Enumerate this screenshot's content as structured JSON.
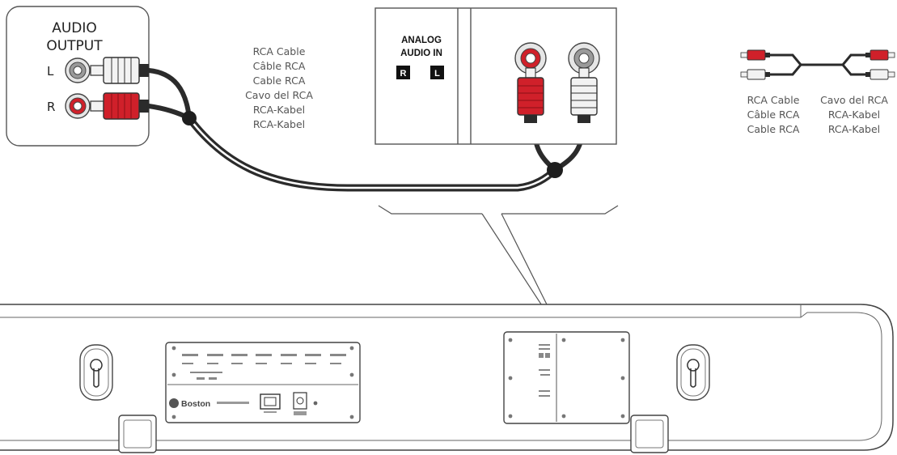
{
  "source_device": {
    "title_line1": "AUDIO",
    "title_line2": "OUTPUT",
    "left_label": "L",
    "right_label": "R"
  },
  "input_panel": {
    "title_line1": "ANALOG",
    "title_line2": "AUDIO IN",
    "right_badge": "R",
    "left_badge": "L"
  },
  "cable_labels": [
    "RCA Cable",
    "Câble RCA",
    "Cable RCA",
    "Cavo del RCA",
    "RCA-Kabel",
    "RCA-Kabel"
  ],
  "legend": {
    "col1": [
      "RCA Cable",
      "Câble RCA",
      "Cable RCA"
    ],
    "col2": [
      "Cavo del RCA",
      "RCA-Kabel",
      "RCA-Kabel"
    ]
  },
  "soundbar": {
    "brand": "Boston"
  },
  "colors": {
    "line": "#2b2b2b",
    "plug_red": "#d0202a",
    "plug_white": "#f2f2f2",
    "caption_gray": "#555555"
  }
}
